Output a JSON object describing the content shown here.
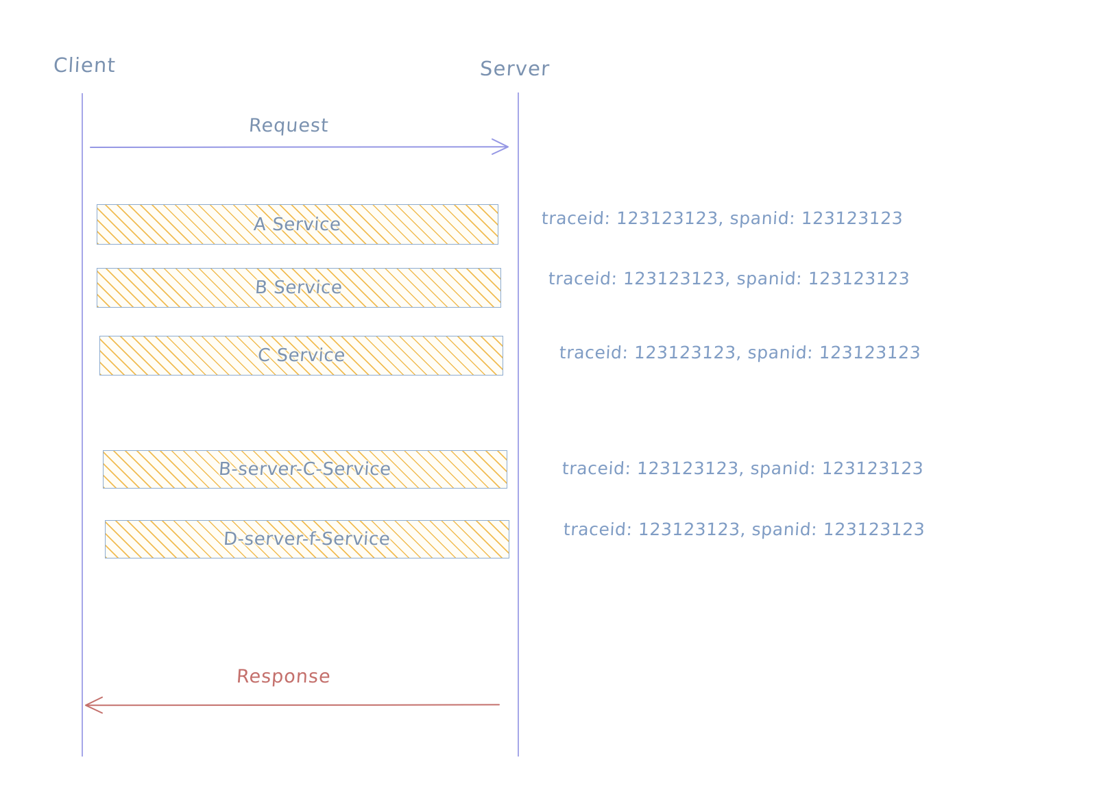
{
  "diagram": {
    "type": "sequence-diagram",
    "participants": [
      {
        "name": "client",
        "label": "Client"
      },
      {
        "name": "server",
        "label": "Server"
      }
    ],
    "messages": [
      {
        "name": "request",
        "label": "Request",
        "direction": "client-to-server",
        "color": "#9597e4"
      },
      {
        "name": "response",
        "label": "Response",
        "direction": "server-to-client",
        "color": "#c4706c"
      }
    ],
    "services": [
      {
        "name": "a-service",
        "label": "A Service"
      },
      {
        "name": "b-service",
        "label": "B Service"
      },
      {
        "name": "c-service",
        "label": "C Service"
      },
      {
        "name": "b-server-c-service",
        "label": "B-server-C-Service"
      },
      {
        "name": "d-server-f-service",
        "label": "D-server-f-Service"
      }
    ],
    "annotations": [
      {
        "name": "trace-annotation-1",
        "text": "traceid: 123123123, spanid: 123123123"
      },
      {
        "name": "trace-annotation-2",
        "text": "traceid: 123123123, spanid: 123123123"
      },
      {
        "name": "trace-annotation-3",
        "text": "traceid: 123123123, spanid: 123123123"
      },
      {
        "name": "trace-annotation-4",
        "text": "traceid: 123123123, spanid: 123123123"
      },
      {
        "name": "trace-annotation-5",
        "text": "traceid: 123123123, spanid: 123123123"
      }
    ],
    "colors": {
      "lifeline": "#9597e4",
      "participant_text": "#7b92b0",
      "service_border": "#8cabd0",
      "service_hatch": "#f0b948",
      "annotation_text": "#7f9cc4",
      "response_arrow": "#c4706c",
      "background": "#ffffff"
    }
  }
}
